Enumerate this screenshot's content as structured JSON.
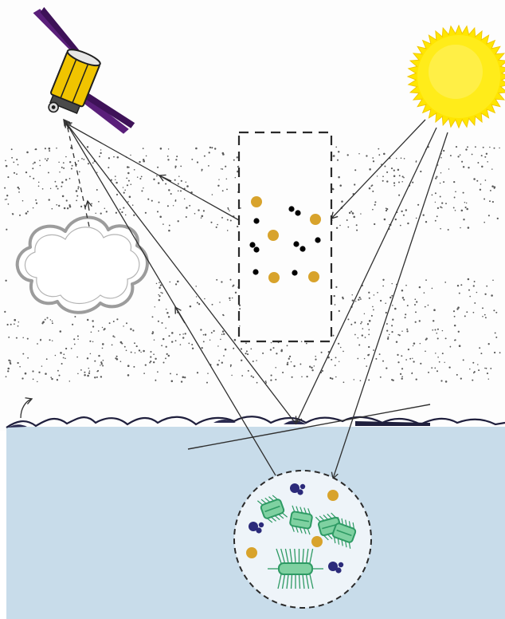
{
  "diagram": {
    "elements": [
      {
        "name": "sun-icon",
        "shape": "sun"
      },
      {
        "name": "satellite-icon",
        "shape": "satellite"
      },
      {
        "name": "cloud-icon",
        "shape": "cloud"
      },
      {
        "name": "aerosol-inset",
        "shape": "dashed-rectangle"
      },
      {
        "name": "ocean-constituents-inset",
        "shape": "dashed-circle"
      },
      {
        "name": "ocean-water",
        "shape": "water"
      }
    ],
    "colors": {
      "sky": "#fdfdfd",
      "aerosol_dots": "#5a5a5a",
      "sun": "#ffe600",
      "sun_core": "#fff36b",
      "ocean": "#c8dcea",
      "ocean_surface": "#1f1f3d",
      "satellite_body": "#f0c400",
      "solar_panel": "#5a1f7a",
      "cloud_outline": "#9c9c9c",
      "arrow": "#303030",
      "particle_gold": "#d8a32c",
      "particle_black": "#000000",
      "cdom_navy": "#2b2a7a",
      "phytoplankton": "#2e9a64"
    }
  }
}
